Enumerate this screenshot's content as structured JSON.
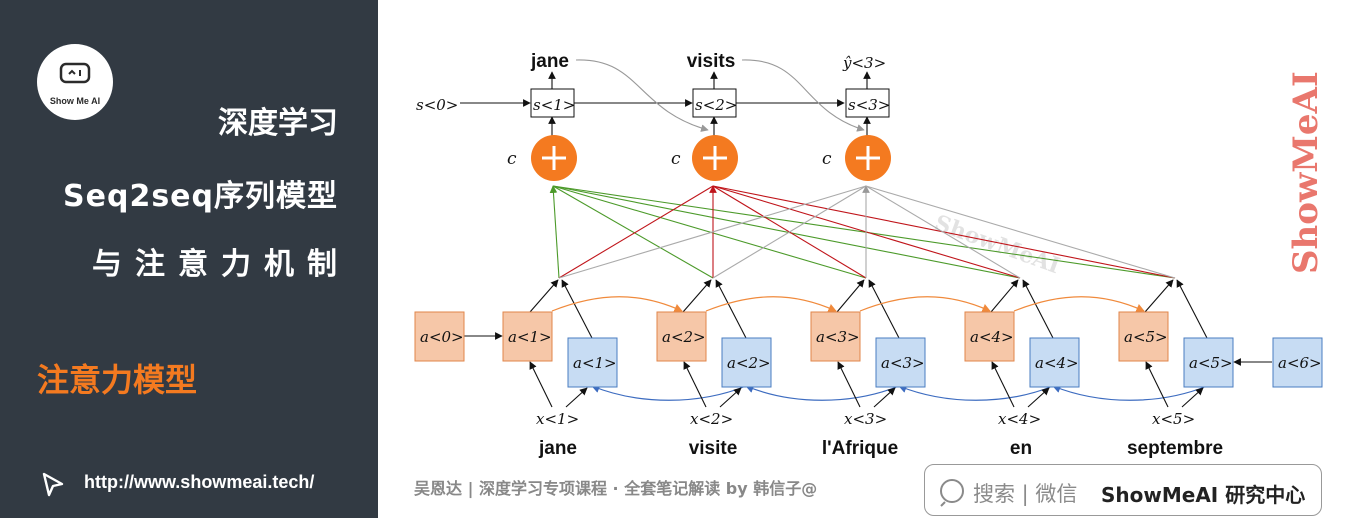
{
  "sidebar": {
    "logo_text": "Show Me AI",
    "title_line1": "深度学习",
    "title_line2": "Seq2seq序列模型",
    "title_line3": "与注意力机制",
    "section": "注意力模型",
    "url": "http://www.showmeai.tech/"
  },
  "diagram": {
    "outputs": [
      "jane",
      "visits",
      "ŷ<3>"
    ],
    "decoder_states": [
      "s<1>",
      "s<2>",
      "s<3>"
    ],
    "initial_state": "s<0>",
    "context_label": "c",
    "forward_activations": [
      "a<0>",
      "a<1>",
      "a<2>",
      "a<3>",
      "a<4>",
      "a<5>"
    ],
    "backward_activations": [
      "a<1>",
      "a<2>",
      "a<3>",
      "a<4>",
      "a<5>",
      "a<6>"
    ],
    "inputs": [
      "x<1>",
      "x<2>",
      "x<3>",
      "x<4>",
      "x<5>"
    ],
    "words": [
      "jane",
      "visite",
      "l'Afrique",
      "en",
      "septembre"
    ],
    "colors": {
      "forward_fill": "#f6c7a8",
      "backward_fill": "#c7dcf3",
      "plus": "#f47a20",
      "green": "#4c9a2a",
      "red": "#c0151b",
      "gray": "#aaaaaa",
      "orange_arrow": "#f08a3c",
      "blue_arrow": "#3d6cc0"
    }
  },
  "footer": {
    "credit": "吴恩达 | 深度学习专项课程 · 全套笔记解读  by 韩信子@",
    "search_label": "搜索 | 微信",
    "brand": "ShowMeAI 研究中心"
  },
  "watermark": "ShowMeAI"
}
